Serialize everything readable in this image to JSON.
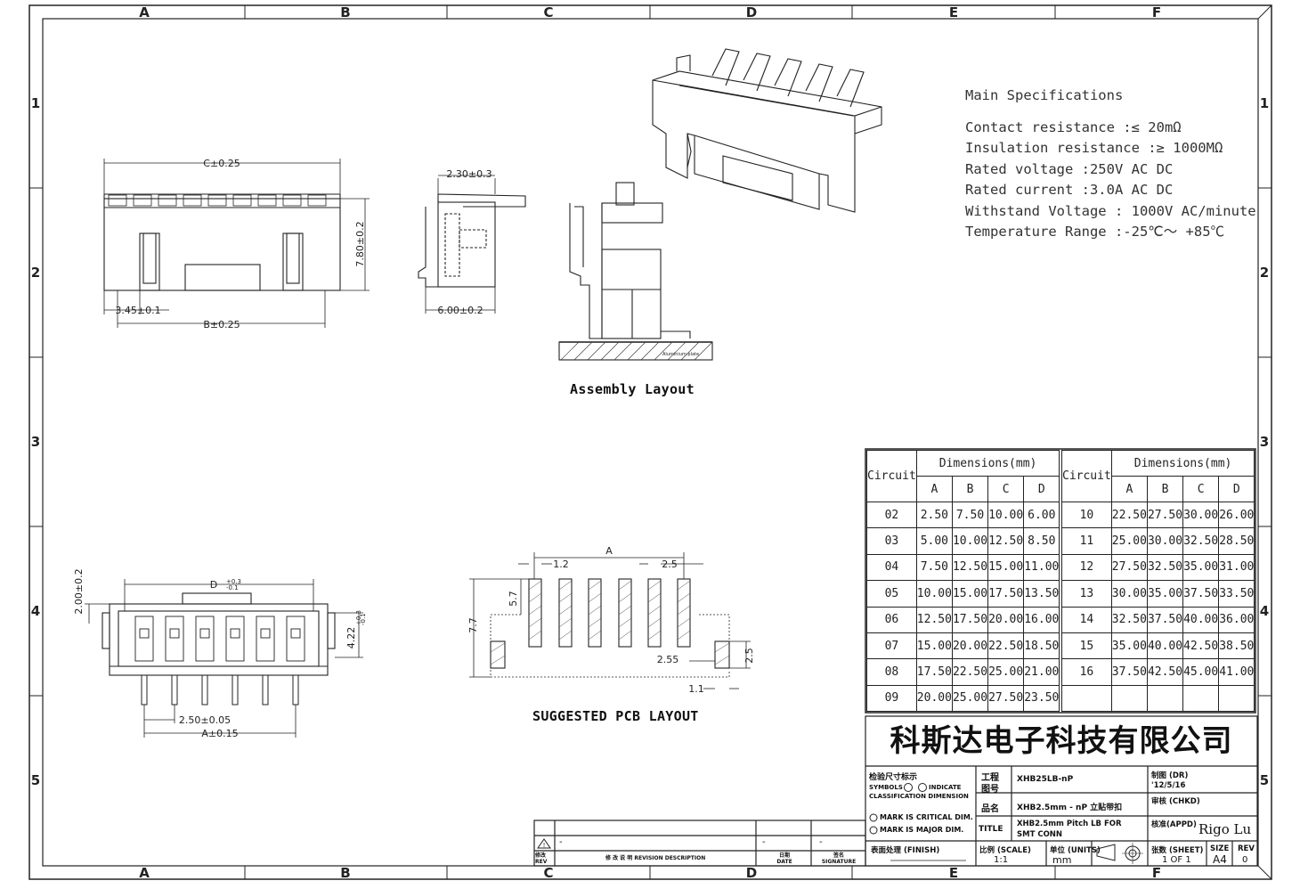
{
  "border": {
    "col_labels": [
      "A",
      "B",
      "C",
      "D",
      "E",
      "F"
    ],
    "row_labels": [
      "1",
      "2",
      "3",
      "4",
      "5"
    ]
  },
  "specs": {
    "heading": "Main Specifications",
    "lines": [
      "Contact resistance :≤ 20mΩ",
      "Insulation resistance :≥ 1000MΩ",
      "Rated voltage :250V AC DC",
      "Rated current :3.0A AC DC",
      "Withstand Voltage : 1000V AC/minute",
      "Temperature Range  :-25℃〜 +85℃"
    ]
  },
  "drawing_labels": {
    "c_dim": "C±0.25",
    "b_dim": "B±0.25",
    "pitch_side": "3.45±0.1",
    "height_dim": "7.80±0.2",
    "side_top": "2.30±0.3",
    "side_width": "6.00±0.2",
    "d_dim": "D",
    "d_tol_plus": "+0.3",
    "d_tol_minus": "-0.1",
    "front_h": "2.00±0.2",
    "front_right": "4.22",
    "front_right_tol_plus": "+0.3",
    "front_right_tol_minus": "-0.1",
    "pitch": "2.50±0.05",
    "a_dim": "A±0.15",
    "pcb_a": "A",
    "pcb_12": "1.2",
    "pcb_25": "2.5",
    "pcb_57": "5.7",
    "pcb_77": "7.7",
    "pcb_255": "2.55",
    "pcb_25b": "2.5",
    "pcb_11": "1.1",
    "assembly_caption": "Assembly Layout",
    "pcb_caption": "SUGGESTED PCB LAYOUT"
  },
  "table": {
    "circuit_label": "Circuit",
    "dims_label": "Dimensions(mm)",
    "cols": [
      "A",
      "B",
      "C",
      "D"
    ],
    "left_rows": [
      [
        "02",
        "2.50",
        "7.50",
        "10.00",
        "6.00"
      ],
      [
        "03",
        "5.00",
        "10.00",
        "12.50",
        "8.50"
      ],
      [
        "04",
        "7.50",
        "12.50",
        "15.00",
        "11.00"
      ],
      [
        "05",
        "10.00",
        "15.00",
        "17.50",
        "13.50"
      ],
      [
        "06",
        "12.50",
        "17.50",
        "20.00",
        "16.00"
      ],
      [
        "07",
        "15.00",
        "20.00",
        "22.50",
        "18.50"
      ],
      [
        "08",
        "17.50",
        "22.50",
        "25.00",
        "21.00"
      ],
      [
        "09",
        "20.00",
        "25.00",
        "27.50",
        "23.50"
      ]
    ],
    "right_rows": [
      [
        "10",
        "22.50",
        "27.50",
        "30.00",
        "26.00"
      ],
      [
        "11",
        "25.00",
        "30.00",
        "32.50",
        "28.50"
      ],
      [
        "12",
        "27.50",
        "32.50",
        "35.00",
        "31.00"
      ],
      [
        "13",
        "30.00",
        "35.00",
        "37.50",
        "33.50"
      ],
      [
        "14",
        "32.50",
        "37.50",
        "40.00",
        "36.00"
      ],
      [
        "15",
        "35.00",
        "40.00",
        "42.50",
        "38.50"
      ],
      [
        "16",
        "37.50",
        "42.50",
        "45.00",
        "41.00"
      ],
      [
        "",
        "",
        "",
        "",
        ""
      ]
    ]
  },
  "title_block": {
    "company": "科斯达电子科技有限公司",
    "check_title": "检验尺寸标示",
    "symbols_line1": "SYMBOLS",
    "symbols_line1b": "INDICATE",
    "symbols_line2": "CLASSIFICATION  DIMENSION",
    "critical": "MARK IS CRITICAL DIM.",
    "major": "MARK IS MAJOR DIM.",
    "drawing_no_label_1": "工程",
    "drawing_no_label_2": "图号",
    "drawing_no": "XHB25LB-nP",
    "name_label": "品名",
    "name_value": "XHB2.5mm - nP 立贴带扣",
    "title_label": "TITLE",
    "title_value_1": "XHB2.5mm Pitch LB  FOR",
    "title_value_2": "SMT CONN",
    "drawn_label": "制图 (DR)",
    "drawn_date": "'12/5/16",
    "checked_label": "审核 (CHKD)",
    "approved_label": "核准(APPD)",
    "approver": "Rigo Lu",
    "finish_label": "表面处理 (FINISH)",
    "scale_label": "比例 (SCALE)",
    "scale_value": "1:1",
    "units_label": "单位 (UNITS)",
    "units_value": "mm",
    "sheet_label": "张数 (SHEET)",
    "sheet_value": "1 OF 1",
    "size_label": "SIZE",
    "size_value": "A4",
    "rev_label": "REV",
    "rev_value": "0",
    "rev_mark": "-",
    "rev_mark2": "-",
    "rev_mark3": "-",
    "rev_col1": "修改 REV",
    "rev_col2": "修 改 说 明 REVISION  DESCRIPTION",
    "rev_col3": "日期 DATE",
    "rev_col4": "签名 SIGNATURE",
    "al_plate": "Aluminium plate"
  }
}
